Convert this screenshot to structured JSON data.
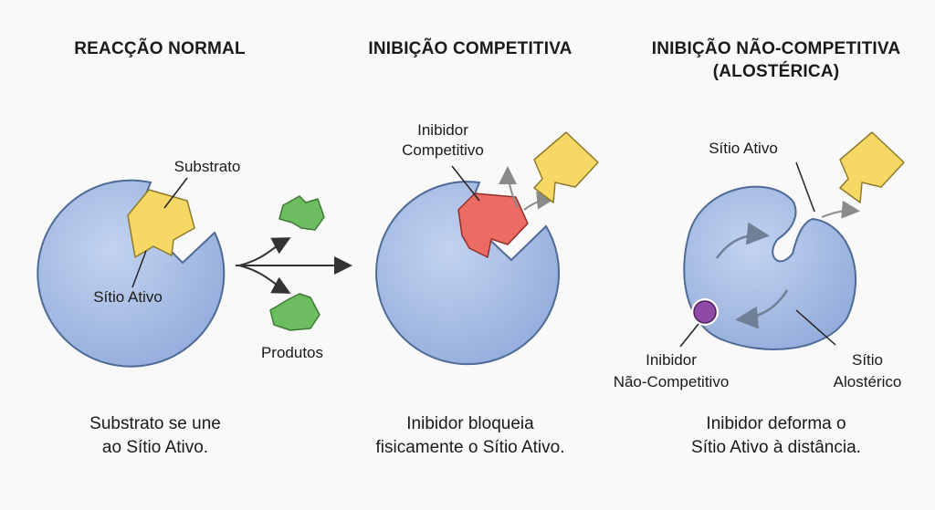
{
  "panels": [
    {
      "title": "REACÇÃO NORMAL",
      "labels": {
        "substrate": "Substrato",
        "active_site": "Sítio Ativo",
        "products": "Produtos"
      },
      "caption_line1": "Substrato se une",
      "caption_line2": "ao Sítio Ativo."
    },
    {
      "title": "INIBIÇÃO COMPETITIVA",
      "labels": {
        "inhibitor_line1": "Inibidor",
        "inhibitor_line2": "Competitivo"
      },
      "caption_line1": "Inibidor bloqueia",
      "caption_line2": "fisicamente o Sítio Ativo."
    },
    {
      "title_line1": "INIBIÇÃO NÃO-COMPETITIVA",
      "title_line2": "(ALOSTÉRICA)",
      "labels": {
        "active_site": "Sítio Ativo",
        "inhibitor_line1": "Inibidor",
        "inhibitor_line2": "Não-Competitivo",
        "allosteric_line1": "Sítio",
        "allosteric_line2": "Alostérico"
      },
      "caption_line1": "Inibidor deforma o",
      "caption_line2": "Sítio Ativo à distância."
    }
  ],
  "colors": {
    "enzyme": "#a9bfe4",
    "substrate": "#f7d865",
    "competitive_inhibitor": "#ec6b62",
    "product": "#6cbd60",
    "noncompetitive_inhibitor": "#8e4aa6"
  }
}
